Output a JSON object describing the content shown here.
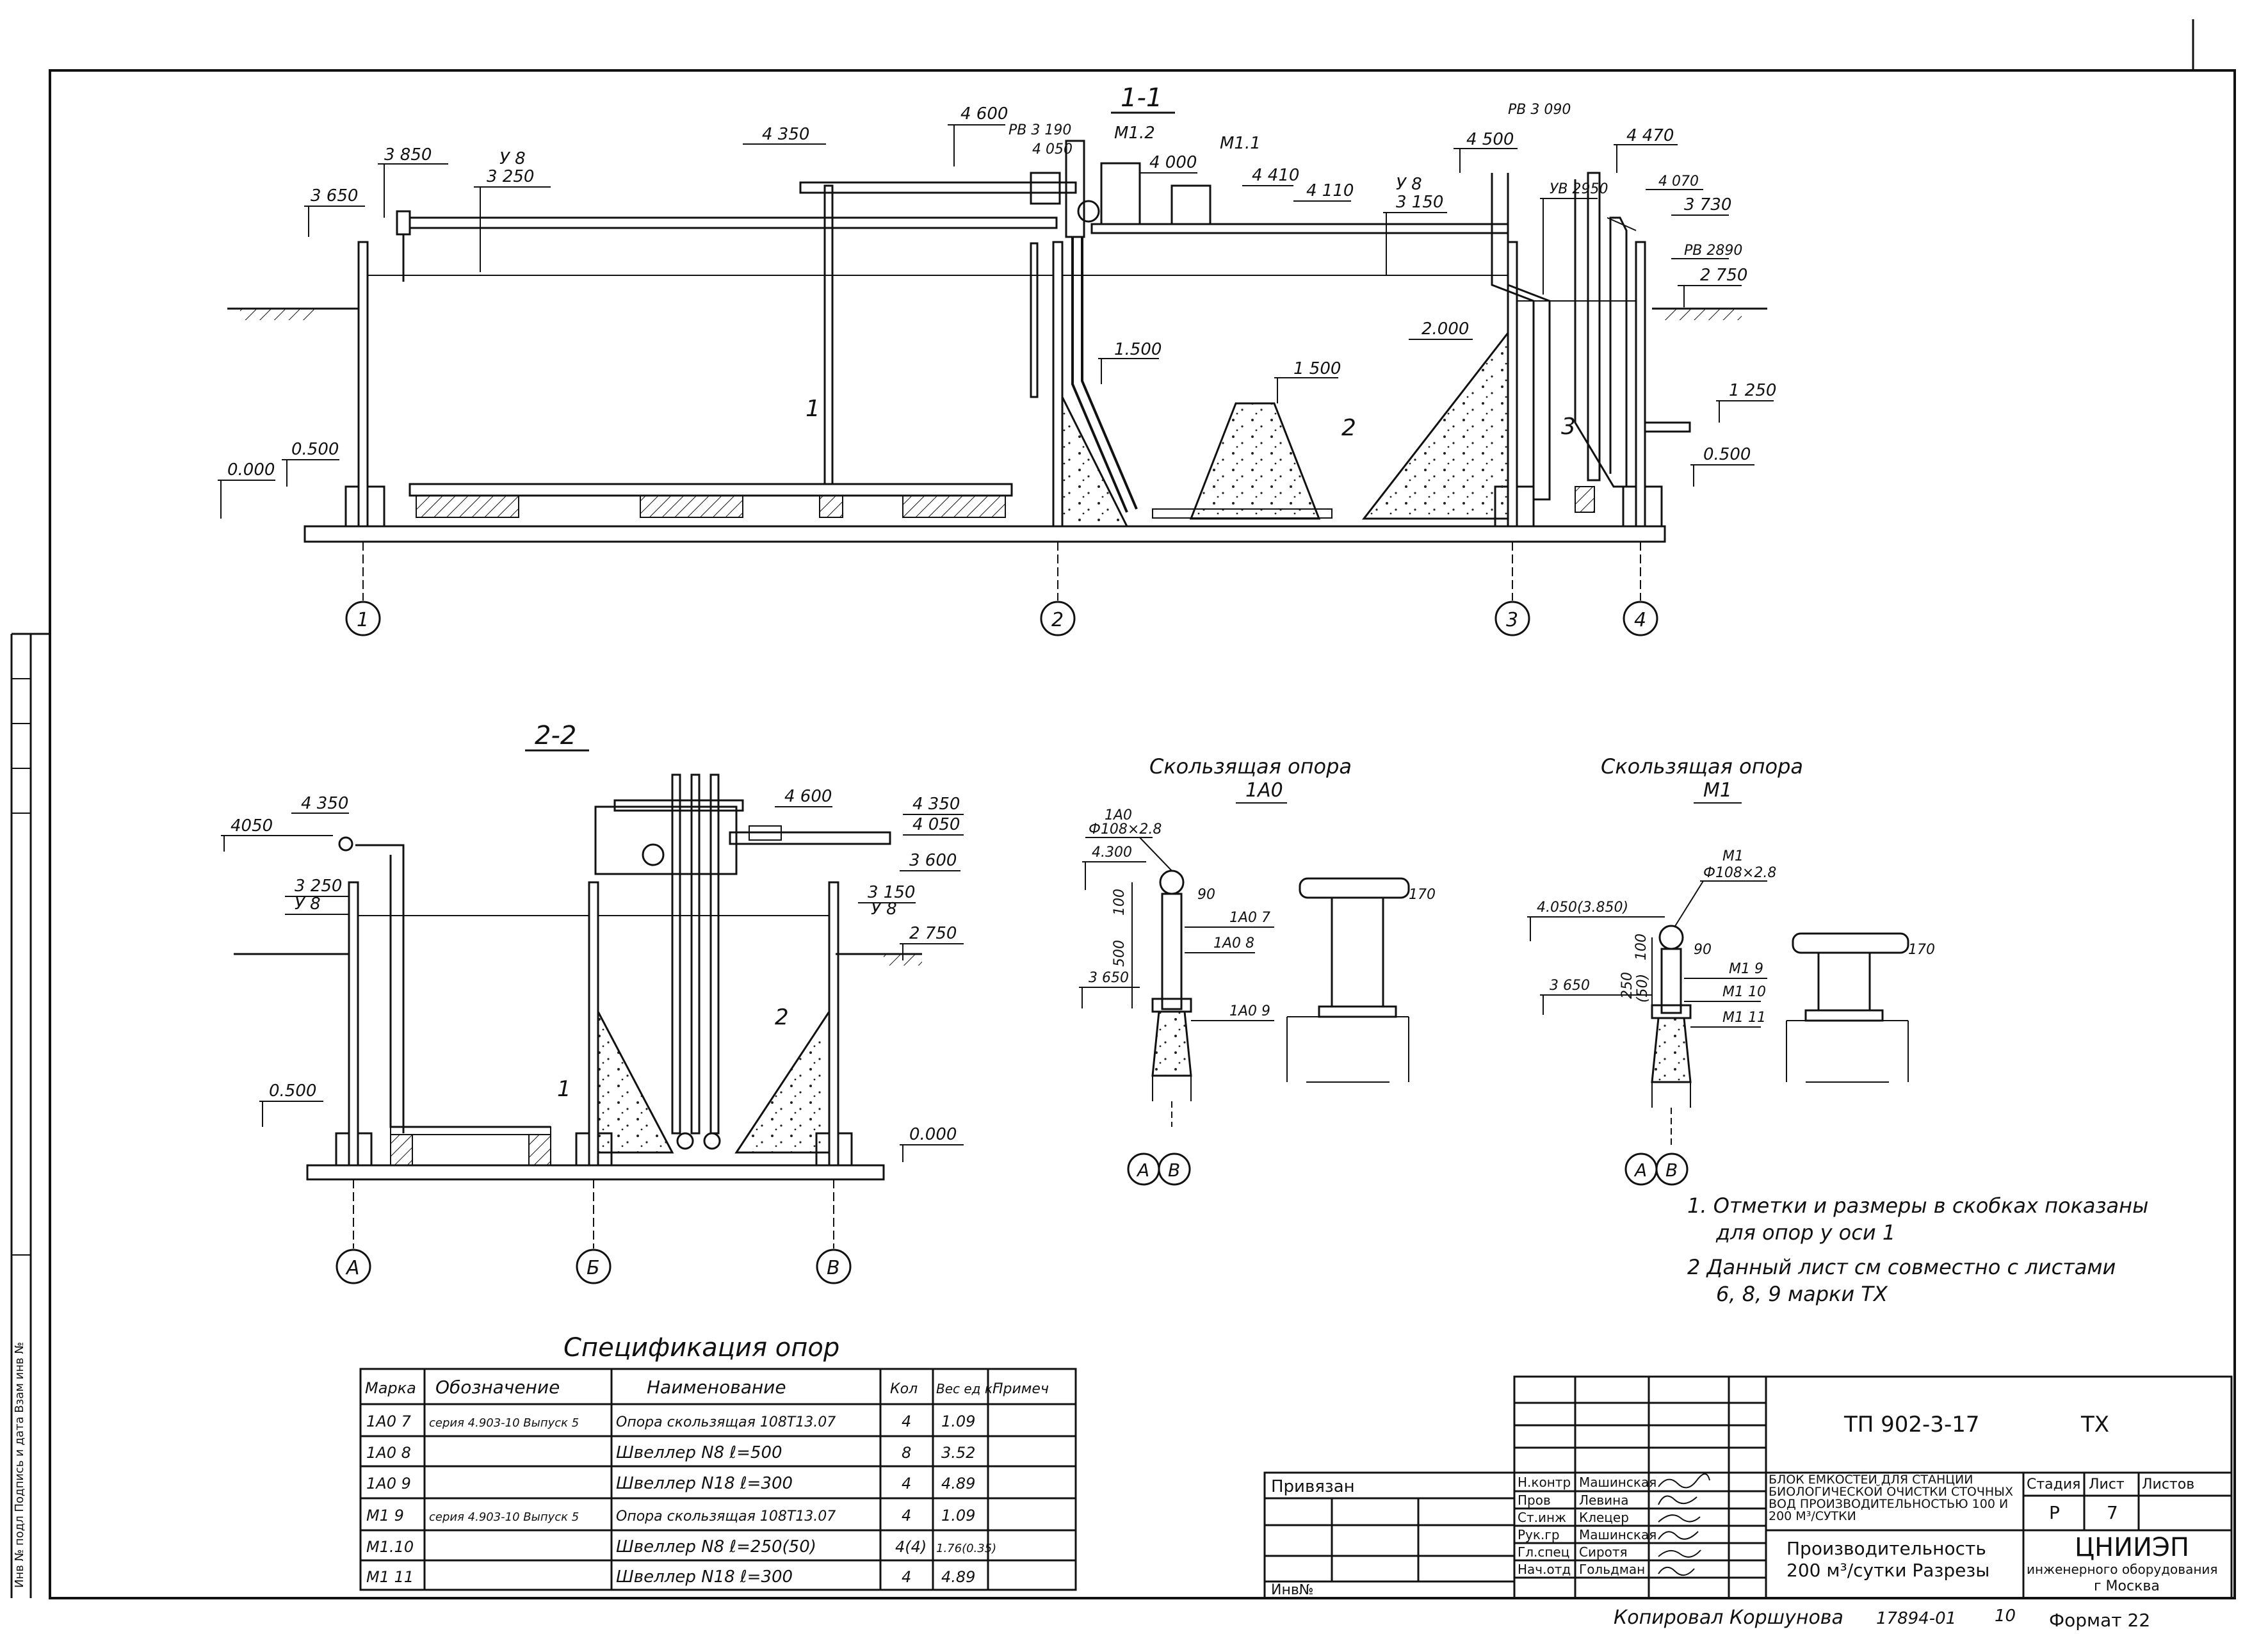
{
  "section_1_1": {
    "title": "1-1",
    "levels": [
      "4 600",
      "PB 3 190",
      "4 050",
      "4 350",
      "3 850",
      "У 8",
      "3 250",
      "3 650",
      "0.500",
      "0.000",
      "М1.2",
      "М1.1",
      "4 000",
      "4 410",
      "4 110",
      "У 8",
      "3 150",
      "УВ 2950",
      "PB 3 090",
      "4 500",
      "4 470",
      "4 070",
      "3 730",
      "PB 2890",
      "2 750",
      "1.500",
      "1 500",
      "2.000",
      "1 250",
      "0.500"
    ],
    "zones": [
      "1",
      "2",
      "3"
    ],
    "axes": [
      "1",
      "2",
      "3",
      "4"
    ]
  },
  "section_2_2": {
    "title": "2-2",
    "levels": [
      "4 350",
      "4050",
      "3 250",
      "У 8",
      "0.500",
      "4 600",
      "4 350",
      "4 050",
      "3 600",
      "3 150",
      "У 8",
      "2 750",
      "0.000"
    ],
    "zones": [
      "1",
      "2"
    ],
    "axes": [
      "А",
      "Б",
      "В"
    ]
  },
  "support_1a0": {
    "title": "Скользящая опора",
    "mark": "1А0",
    "callouts": [
      "1А0",
      "Ф108×2.8",
      "4.300",
      "100",
      "500",
      "90",
      "1А0 7",
      "1А0 8",
      "3 650",
      "1А0 9",
      "170"
    ],
    "axes": [
      "А",
      "В"
    ]
  },
  "support_m1": {
    "title": "Скользящая опора",
    "mark": "М1",
    "callouts": [
      "М1",
      "Ф108×2.8",
      "4.050(3.850)",
      "100",
      "250",
      "(50)",
      "90",
      "М1 9",
      "М1 10",
      "М1 11",
      "3 650",
      "170"
    ],
    "axes": [
      "А",
      "В"
    ]
  },
  "notes": [
    "1. Отметки и размеры в скобках показаны",
    "для опор у оси 1",
    "2 Данный лист см совместно с листами",
    "6, 8, 9 марки ТХ"
  ],
  "spec": {
    "title": "Спецификация опор",
    "headers": [
      "Марка",
      "Обозначение",
      "Наименование",
      "Кол",
      "Вес ед кг",
      "Примеч"
    ],
    "rows": [
      [
        "1А0 7",
        "серия 4.903-10 Выпуск 5",
        "Опора скользящая 108Т13.07",
        "4",
        "1.09",
        ""
      ],
      [
        "1А0 8",
        "",
        "Швеллер N8 ℓ=500",
        "8",
        "3.52",
        ""
      ],
      [
        "1А0 9",
        "",
        "Швеллер N18 ℓ=300",
        "4",
        "4.89",
        ""
      ],
      [
        "М1 9",
        "серия 4.903-10 Выпуск 5",
        "Опора скользящая 108Т13.07",
        "4",
        "1.09",
        ""
      ],
      [
        "М1.10",
        "",
        "Швеллер N8 ℓ=250(50)",
        "4(4)",
        "1.76(0.35)",
        ""
      ],
      [
        "М1 11",
        "",
        "Швеллер N18 ℓ=300",
        "4",
        "4.89",
        ""
      ]
    ]
  },
  "title_block": {
    "code": "ТП 902-3-17",
    "mark": "ТХ",
    "object": "Блок емкостей для станции биологической очистки сточных вод производительностью 100 и 200 м³/сутки",
    "sheet_title_1": "Производительность",
    "sheet_title_2": "200 м³/сутки Разрезы",
    "stage_label": "Стадия",
    "sheet_label": "Лист",
    "sheets_label": "Листов",
    "stage": "Р",
    "sheet": "7",
    "org_1": "ЦНИИЭП",
    "org_2": "инженерного оборудования",
    "org_3": "г Москва",
    "privyazan": "Привязан",
    "inv": "Инв№",
    "roles": [
      [
        "Н.контр",
        "Машинская"
      ],
      [
        "Пров",
        "Левина"
      ],
      [
        "Ст.инж",
        "Клецер"
      ],
      [
        "Рук.гр",
        "Машинская"
      ],
      [
        "Гл.спец",
        "Сиротя"
      ],
      [
        "Нач.отд",
        "Гольдман"
      ]
    ],
    "copied": "Копировал Коршунова",
    "order": "17894-01",
    "copy_no": "10",
    "format": "Формат 22"
  },
  "margin_text": "Инв № подл  Подпись и дата  Взам инв №"
}
